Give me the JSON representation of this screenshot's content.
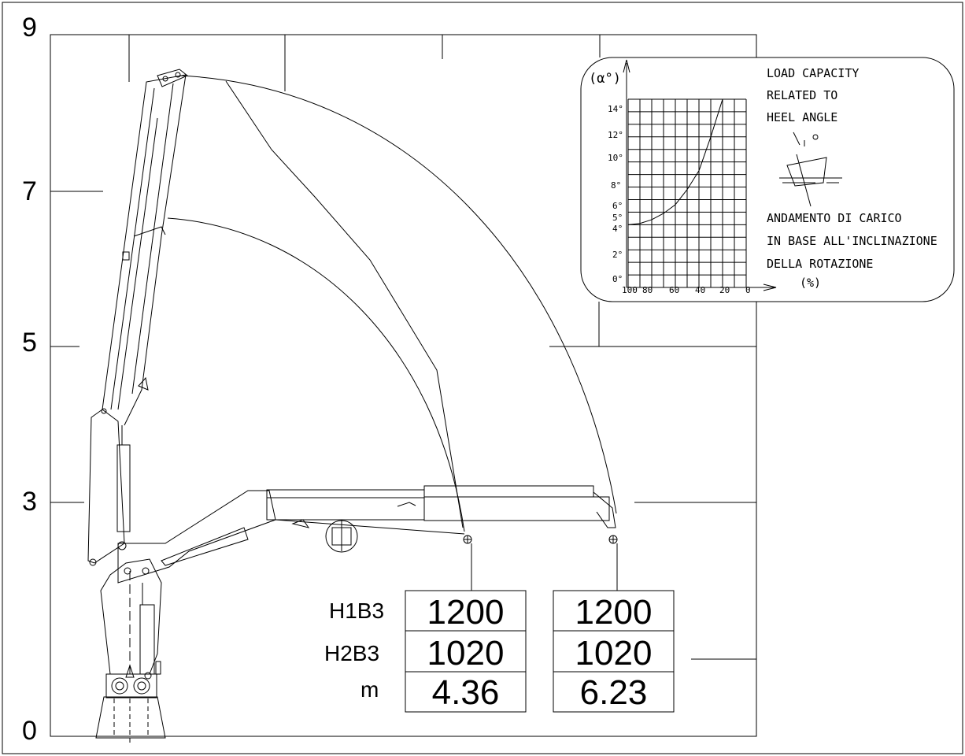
{
  "yaxis": {
    "ticks": [
      "9",
      "7",
      "5",
      "3",
      "0"
    ]
  },
  "table": {
    "row_labels": [
      "H1B3",
      "H2B3",
      "m"
    ],
    "columns": [
      {
        "values": [
          "1200",
          "1020",
          "4.36"
        ]
      },
      {
        "values": [
          "1200",
          "1020",
          "6.23"
        ]
      }
    ]
  },
  "inset": {
    "axis_symbol": "(α°)",
    "unit_label": "(%)",
    "title_en": [
      "LOAD CAPACITY",
      "RELATED TO",
      "HEEL ANGLE"
    ],
    "title_it": [
      "ANDAMENTO DI CARICO",
      "IN BASE ALL'INCLINAZIONE",
      "DELLA ROTAZIONE"
    ],
    "angle_mark": "α°",
    "y_ticks": [
      "14°",
      "12°",
      "10°",
      "8°",
      "6°",
      "5°",
      "4°",
      "2°",
      "0°"
    ],
    "x_ticks": [
      "100",
      "80",
      "60",
      "40",
      "20",
      "0"
    ]
  },
  "chart_data": {
    "type": "line",
    "title": "",
    "xlabel": "(%)",
    "ylabel": "(α°)",
    "xlim": [
      100,
      0
    ],
    "ylim": [
      0,
      15
    ],
    "x": [
      100,
      90,
      80,
      70,
      60,
      50,
      40,
      30,
      20
    ],
    "series": [
      {
        "values": [
          5,
          5.1,
          5.4,
          5.9,
          6.6,
          7.8,
          9.3,
          12.0,
          15.0
        ]
      }
    ]
  }
}
